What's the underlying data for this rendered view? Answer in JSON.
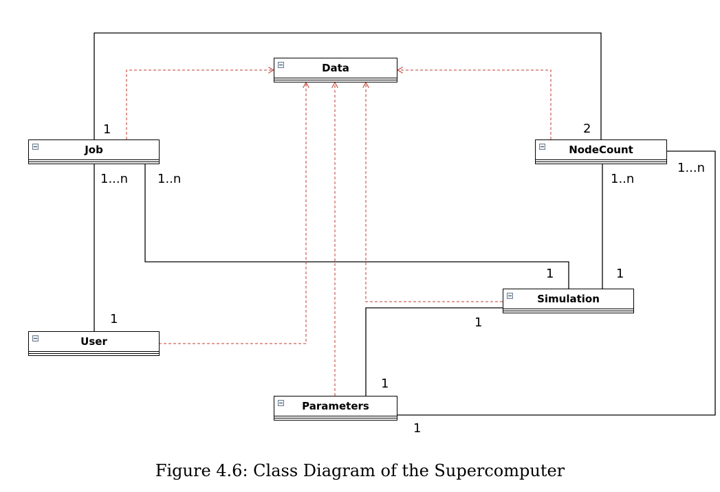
{
  "classes": {
    "data": "Data",
    "job": "Job",
    "nodecount": "NodeCount",
    "simulation": "Simulation",
    "user": "User",
    "parameters": "Parameters"
  },
  "multiplicities": {
    "job_top": "1",
    "job_user": "1...n",
    "job_sim": "1..n",
    "nodecount_top": "2",
    "nodecount_sim": "1..n",
    "nodecount_params": "1...n",
    "sim_job": "1",
    "sim_nodecount": "1",
    "sim_params": "1",
    "user_job": "1",
    "params_sim": "1",
    "params_nodecount": "1"
  },
  "caption": "Figure 4.6: Class Diagram of the Supercomputer",
  "colors": {
    "association": "#000000",
    "dependency": "#c0392b"
  }
}
